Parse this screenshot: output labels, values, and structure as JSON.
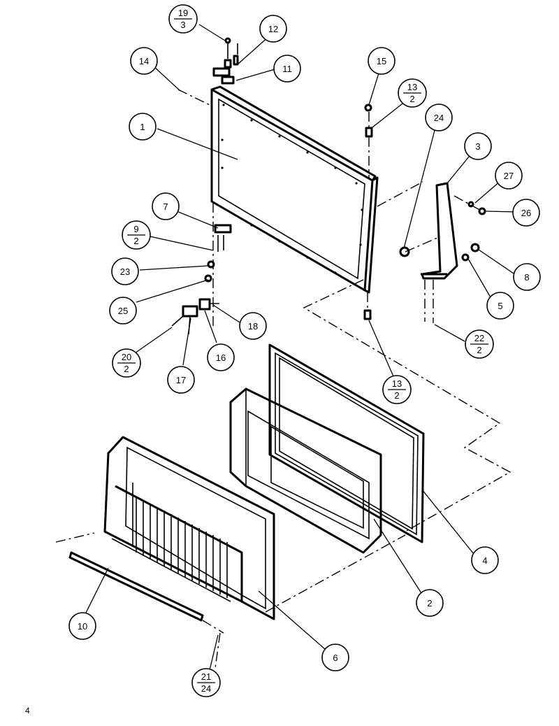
{
  "diagram": {
    "page_number": "4",
    "callouts": [
      {
        "id": "c19",
        "num": "19",
        "den": "3"
      },
      {
        "id": "c12",
        "num": "12"
      },
      {
        "id": "c14",
        "num": "14"
      },
      {
        "id": "c11",
        "num": "11"
      },
      {
        "id": "c15",
        "num": "15"
      },
      {
        "id": "c13a",
        "num": "13",
        "den": "2"
      },
      {
        "id": "c24",
        "num": "24"
      },
      {
        "id": "c3",
        "num": "3"
      },
      {
        "id": "c1",
        "num": "1"
      },
      {
        "id": "c27",
        "num": "27"
      },
      {
        "id": "c26",
        "num": "26"
      },
      {
        "id": "c7",
        "num": "7"
      },
      {
        "id": "c9",
        "num": "9",
        "den": "2"
      },
      {
        "id": "c23",
        "num": "23"
      },
      {
        "id": "c8",
        "num": "8"
      },
      {
        "id": "c25",
        "num": "25"
      },
      {
        "id": "c5",
        "num": "5"
      },
      {
        "id": "c18",
        "num": "18"
      },
      {
        "id": "c22",
        "num": "22",
        "den": "2"
      },
      {
        "id": "c20",
        "num": "20",
        "den": "2"
      },
      {
        "id": "c16",
        "num": "16"
      },
      {
        "id": "c17",
        "num": "17"
      },
      {
        "id": "c13b",
        "num": "13",
        "den": "2"
      },
      {
        "id": "c4",
        "num": "4"
      },
      {
        "id": "c2",
        "num": "2"
      },
      {
        "id": "c10",
        "num": "10"
      },
      {
        "id": "c6",
        "num": "6"
      },
      {
        "id": "c21",
        "num": "21",
        "den": "24"
      }
    ]
  }
}
